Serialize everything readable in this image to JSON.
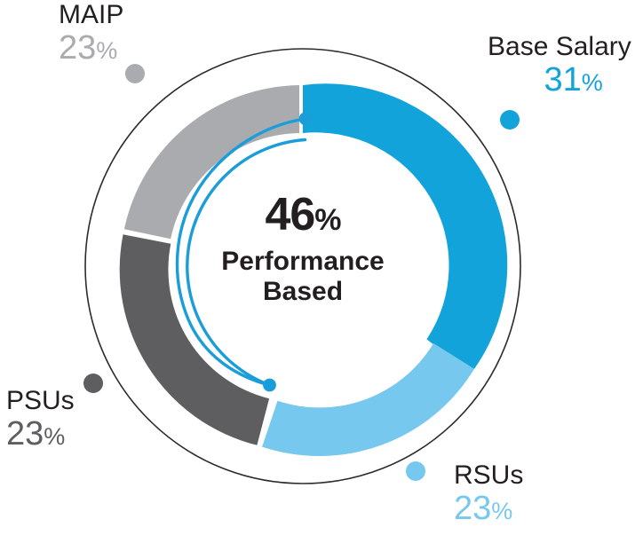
{
  "chart_data": {
    "type": "pie",
    "title": "",
    "subtitle": "",
    "variant": "donut",
    "categories": [
      "Base Salary",
      "RSUs",
      "PSUs",
      "MAIP"
    ],
    "values": [
      31,
      23,
      23,
      23
    ],
    "value_suffix": "%",
    "colors": [
      "#12a3db",
      "#76c8ef",
      "#5e5e60",
      "#a9abae"
    ],
    "start_angle_deg": 0,
    "direction": "clockwise",
    "legend": "callout-labels",
    "grid": false,
    "annotations": [
      {
        "name": "performance-based-arc",
        "value": 46,
        "label": "46%",
        "line1": "Performance",
        "line2": "Based",
        "color": "#1a9dd9",
        "covers": [
          "PSUs",
          "RSUs"
        ]
      }
    ]
  },
  "center": {
    "percent": "46",
    "percent_symbol": "%",
    "line1": "Performance",
    "line2": "Based"
  },
  "labels": [
    {
      "id": "maip",
      "name": "MAIP",
      "value": "23",
      "percent_symbol": "%",
      "color": "#a9abae",
      "dot_color": "#a9abae"
    },
    {
      "id": "base-salary",
      "name": "Base Salary",
      "value": "31",
      "percent_symbol": "%",
      "color": "#12a3db",
      "dot_color": "#12a3db"
    },
    {
      "id": "rsus",
      "name": "RSUs",
      "value": "23",
      "percent_symbol": "%",
      "color": "#76c8ef",
      "dot_color": "#76c8ef"
    },
    {
      "id": "psus",
      "name": "PSUs",
      "value": "23",
      "percent_symbol": "%",
      "color": "#5e5e60",
      "dot_color": "#5e5e60"
    }
  ],
  "colors": {
    "base_salary": "#12a3db",
    "rsus": "#76c8ef",
    "psus": "#5e5e60",
    "maip": "#a9abae",
    "performance_arc": "#1a9dd9",
    "outer_ring_line": "#2b2b2b",
    "text_dark": "#231f20",
    "background": "#ffffff"
  }
}
